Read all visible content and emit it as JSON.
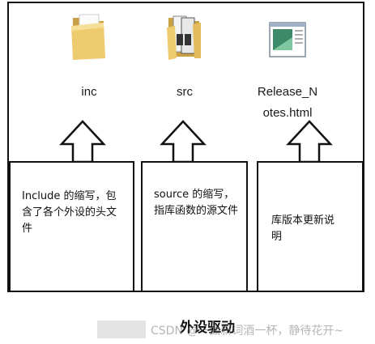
{
  "files": [
    {
      "icon": "folder-icon",
      "label": "inc"
    },
    {
      "icon": "folder-with-files-icon",
      "label": "src"
    },
    {
      "icon": "html-document-icon",
      "label_line1": "Release_N",
      "label_line2": "otes.html"
    }
  ],
  "boxes": [
    {
      "text": "Include 的缩写，包含了各个外设的头文件"
    },
    {
      "text": "source 的缩写，指库函数的源文件"
    },
    {
      "text": "库版本更新说明"
    }
  ],
  "caption": "外设驱动",
  "watermark": "CSDN @一曲新词酒一杯，静待花开~",
  "colors": {
    "folder": "#e9c66a",
    "folder_dark": "#c9a042",
    "border": "#111111"
  }
}
